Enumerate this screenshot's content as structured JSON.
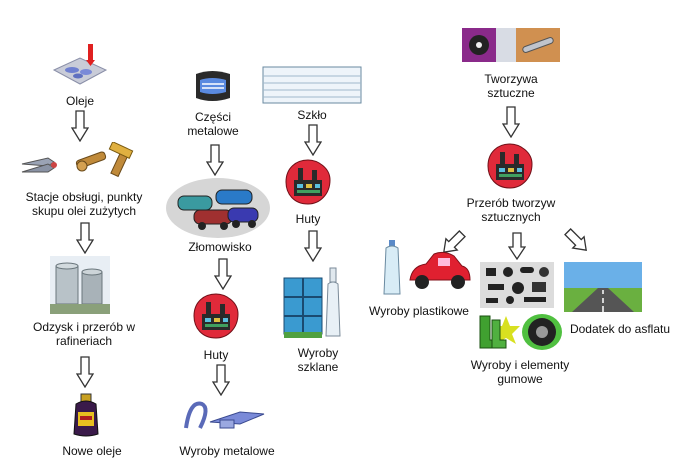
{
  "labels": {
    "oils": "Oleje",
    "service_stations": "Stacje obsługi, punkty\nskupu olei zużytych",
    "refineries": "Odzysk i przerób w\nrafineriach",
    "new_oils": "Nowe oleje",
    "metal_parts": "Części\nmetalowe",
    "scrapyard": "Złomowisko",
    "smelters_metal": "Huty",
    "metal_products": "Wyroby metalowe",
    "glass": "Szkło",
    "smelters_glass": "Huty",
    "glass_products": "Wyroby\nszklane",
    "plastics": "Tworzywa\nsztuczne",
    "plastics_processing": "Przerób tworzyw\nsztucznych",
    "plastic_products": "Wyroby plastikowe",
    "rubber_products": "Wyroby i elementy\ngumowe",
    "asphalt_additive": "Dodatek do asflatu"
  }
}
